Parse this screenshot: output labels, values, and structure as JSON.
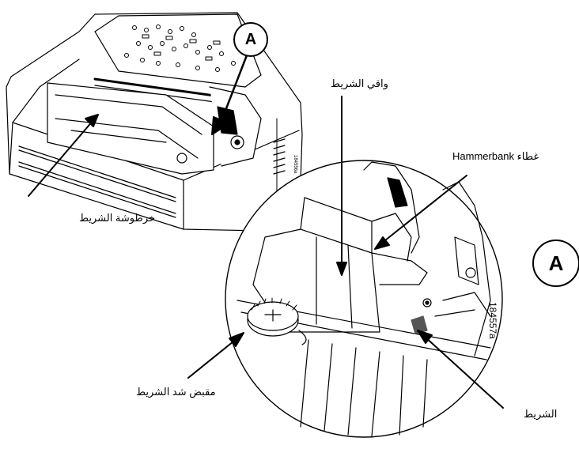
{
  "figure": {
    "callout_top": "A",
    "callout_detail": "A",
    "labels": {
      "ribbon_cartridge": "خرطوشة الشريط",
      "ribbon_guard": "واقي الشريط",
      "hammerbank_cover": "غطاء Hammerbank",
      "ribbon_tension_knob": "مقبض شد الشريط",
      "ribbon": "الشريط"
    },
    "figure_id": "184557a",
    "printer_figure_id": "184556a"
  }
}
